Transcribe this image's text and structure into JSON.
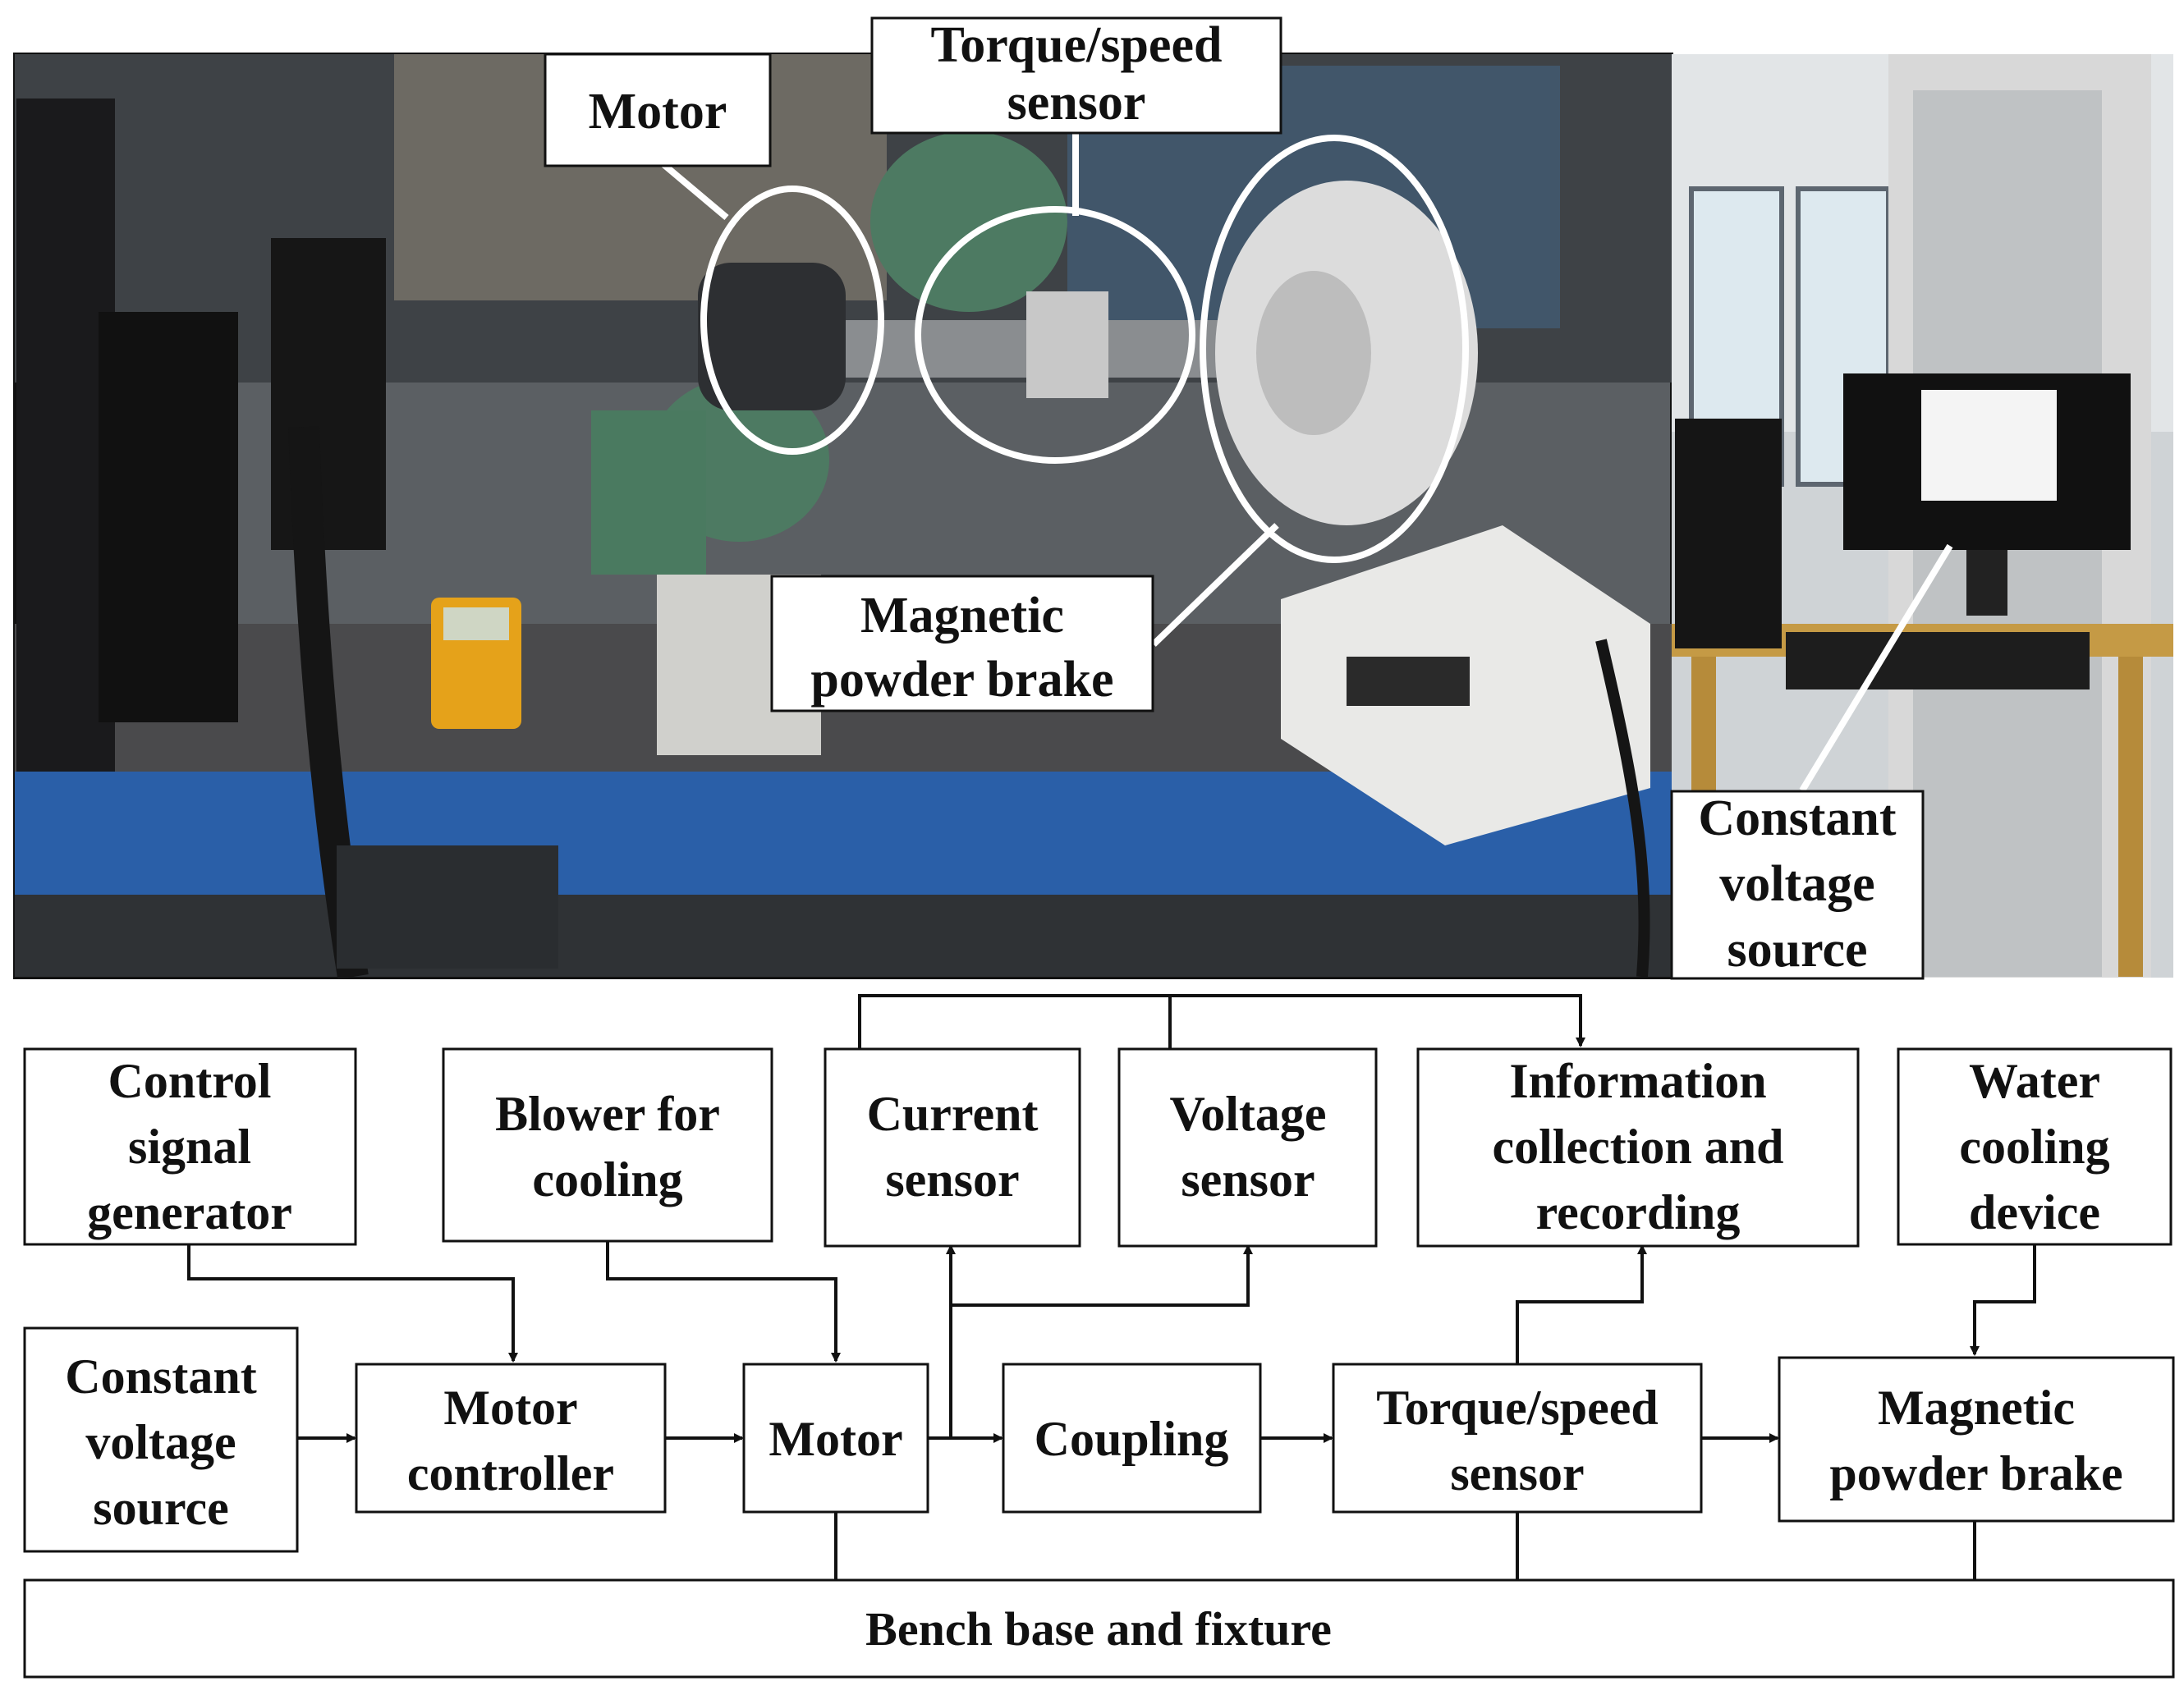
{
  "photo": {
    "callouts": {
      "motor": "Motor",
      "torque_speed_sensor": [
        "Torque/speed",
        "sensor"
      ],
      "magnetic_powder_brake": [
        "Magnetic",
        "powder brake"
      ],
      "constant_voltage_source": [
        "Constant",
        "voltage",
        "source"
      ]
    }
  },
  "diagram": {
    "blocks": {
      "control_signal_generator": [
        "Control",
        "signal",
        "generator"
      ],
      "blower_for_cooling": [
        "Blower for",
        "cooling"
      ],
      "current_sensor": [
        "Current",
        "sensor"
      ],
      "voltage_sensor": [
        "Voltage",
        "sensor"
      ],
      "information_collection": [
        "Information",
        "collection and",
        "recording"
      ],
      "water_cooling_device": [
        "Water",
        "cooling",
        "device"
      ],
      "constant_voltage_source": [
        "Constant",
        "voltage",
        "source"
      ],
      "motor_controller": [
        "Motor",
        "controller"
      ],
      "motor": [
        "Motor"
      ],
      "coupling": [
        "Coupling"
      ],
      "torque_speed_sensor": [
        "Torque/speed",
        "sensor"
      ],
      "magnetic_powder_brake": [
        "Magnetic",
        "powder brake"
      ]
    },
    "base": "Bench base and fixture"
  },
  "colors": {
    "line": "#111111",
    "box_fill": "#ffffff",
    "bench_blue": "#2a5fa8",
    "bench_top": "#4a4a4c",
    "wall": "#cfd3d6"
  }
}
